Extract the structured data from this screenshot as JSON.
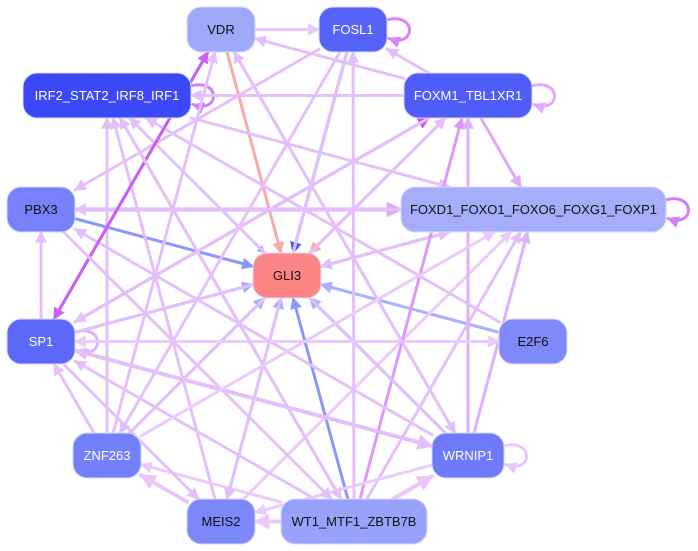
{
  "diagram": {
    "type": "directed-network",
    "center_node": "GLI3",
    "nodes": [
      {
        "id": "VDR",
        "label": "VDR",
        "fill": "#a0a8fa",
        "text": "#111111"
      },
      {
        "id": "FOSL1",
        "label": "FOSL1",
        "fill": "#5563f8",
        "text": "#ffffff"
      },
      {
        "id": "IRF2",
        "label": "IRF2_STAT2_IRF8_IRF1",
        "fill": "#3a48f6",
        "text": "#ffffff"
      },
      {
        "id": "FOXM1",
        "label": "FOXM1_TBL1XR1",
        "fill": "#4f5cf8",
        "text": "#ffffff"
      },
      {
        "id": "PBX3",
        "label": "PBX3",
        "fill": "#7782fa",
        "text": "#111111"
      },
      {
        "id": "FOXD1",
        "label": "FOXD1_FOXO1_FOXO6_FOXG1_FOXP1",
        "fill": "#a6aefb",
        "text": "#111111"
      },
      {
        "id": "GLI3",
        "label": "GLI3",
        "fill": "#fd8585",
        "text": "#111111"
      },
      {
        "id": "SP1",
        "label": "SP1",
        "fill": "#5c69f8",
        "text": "#ffffff"
      },
      {
        "id": "E2F6",
        "label": "E2F6",
        "fill": "#8089fa",
        "text": "#111111"
      },
      {
        "id": "ZNF263",
        "label": "ZNF263",
        "fill": "#7480fa",
        "text": "#ffffff"
      },
      {
        "id": "WRNIP1",
        "label": "WRNIP1",
        "fill": "#6e7af9",
        "text": "#ffffff"
      },
      {
        "id": "MEIS2",
        "label": "MEIS2",
        "fill": "#7d88fa",
        "text": "#111111"
      },
      {
        "id": "WT1",
        "label": "WT1_MTF1_ZBTB7B",
        "fill": "#98a1fb",
        "text": "#111111"
      }
    ],
    "edges": [
      {
        "from": "VDR",
        "to": "FOSL1",
        "color": "#eac6fb",
        "width": 3
      },
      {
        "from": "FOXM1",
        "to": "VDR",
        "color": "#e4c0fb",
        "width": 3
      },
      {
        "from": "FOXM1",
        "to": "FOSL1",
        "color": "#e4c0fb",
        "width": 3
      },
      {
        "from": "FOSL1",
        "to": "FOSL1",
        "color": "#d885f9",
        "width": 3,
        "self": true
      },
      {
        "from": "FOXM1",
        "to": "FOXM1",
        "color": "#e2a9fa",
        "width": 3,
        "self": true
      },
      {
        "from": "IRF2",
        "to": "IRF2",
        "color": "#d27ef8",
        "width": 3,
        "self": true
      },
      {
        "from": "FOXD1",
        "to": "FOXD1",
        "color": "#d27ef8",
        "width": 3,
        "self": true
      },
      {
        "from": "SP1",
        "to": "SP1",
        "color": "#e0b0fa",
        "width": 3,
        "self": true
      },
      {
        "from": "WRNIP1",
        "to": "WRNIP1",
        "color": "#e9c6fb",
        "width": 3,
        "self": true
      },
      {
        "from": "FOXM1",
        "to": "IRF2",
        "color": "#e4c0fb",
        "width": 3
      },
      {
        "from": "FOXM1",
        "to": "FOXD1",
        "color": "#e0a8fa",
        "width": 3
      },
      {
        "from": "FOSL1",
        "to": "GLI3",
        "color": "#4a5cf6",
        "width": 3
      },
      {
        "from": "VDR",
        "to": "GLI3",
        "color": "#fca8a8",
        "width": 3
      },
      {
        "from": "FOXM1",
        "to": "GLI3",
        "color": "#fca8a8",
        "width": 3
      },
      {
        "from": "IRF2",
        "to": "GLI3",
        "color": "#9aa6fb",
        "width": 2
      },
      {
        "from": "PBX3",
        "to": "GLI3",
        "color": "#8a97fa",
        "width": 3
      },
      {
        "from": "GLI3",
        "to": "FOXD1",
        "color": "#fca8a8",
        "width": 3
      },
      {
        "from": "SP1",
        "to": "GLI3",
        "color": "#a0aafb",
        "width": 3
      },
      {
        "from": "E2F6",
        "to": "GLI3",
        "color": "#a8b2fb",
        "width": 3
      },
      {
        "from": "ZNF263",
        "to": "GLI3",
        "color": "#a8b2fb",
        "width": 3
      },
      {
        "from": "MEIS2",
        "to": "GLI3",
        "color": "#a8b2fb",
        "width": 3
      },
      {
        "from": "WT1",
        "to": "GLI3",
        "color": "#8a97fa",
        "width": 3
      },
      {
        "from": "WRNIP1",
        "to": "GLI3",
        "color": "#a8b2fb",
        "width": 3
      },
      {
        "from": "FOXD1",
        "to": "GLI3",
        "color": "#c0c8fc",
        "width": 3
      },
      {
        "from": "SP1",
        "to": "FOXM1",
        "color": "#c050f4",
        "width": 3
      },
      {
        "from": "SP1",
        "to": "VDR",
        "color": "#c860f6",
        "width": 3
      },
      {
        "from": "SP1",
        "to": "PBX3",
        "color": "#e4c0fb",
        "width": 3
      },
      {
        "from": "SP1",
        "to": "FOXD1",
        "color": "#e4c0fb",
        "width": 3
      },
      {
        "from": "SP1",
        "to": "WRNIP1",
        "color": "#e4c0fb",
        "width": 4
      },
      {
        "from": "SP1",
        "to": "E2F6",
        "color": "#eccafb",
        "width": 3
      },
      {
        "from": "PBX3",
        "to": "FOXD1",
        "color": "#dfa8fa",
        "width": 4
      },
      {
        "from": "FOXD1",
        "to": "PBX3",
        "color": "#e4c0fb",
        "width": 3
      },
      {
        "from": "IRF2",
        "to": "FOXD1",
        "color": "#e4c0fb",
        "width": 3
      },
      {
        "from": "FOSL1",
        "to": "PBX3",
        "color": "#e4c0fb",
        "width": 3
      },
      {
        "from": "ZNF263",
        "to": "VDR",
        "color": "#e4c0fb",
        "width": 3
      },
      {
        "from": "ZNF263",
        "to": "IRF2",
        "color": "#e4c0fb",
        "width": 3
      },
      {
        "from": "ZNF263",
        "to": "SP1",
        "color": "#e4c0fb",
        "width": 3
      },
      {
        "from": "ZNF263",
        "to": "FOXM1",
        "color": "#e4c0fb",
        "width": 3
      },
      {
        "from": "MEIS2",
        "to": "ZNF263",
        "color": "#eac6fb",
        "width": 4
      },
      {
        "from": "MEIS2",
        "to": "IRF2",
        "color": "#e4c0fb",
        "width": 3
      },
      {
        "from": "MEIS2",
        "to": "FOXD1",
        "color": "#eccafb",
        "width": 3
      },
      {
        "from": "WT1",
        "to": "MEIS2",
        "color": "#eccafb",
        "width": 4
      },
      {
        "from": "WT1",
        "to": "ZNF263",
        "color": "#eccafb",
        "width": 3
      },
      {
        "from": "WT1",
        "to": "SP1",
        "color": "#e4c0fb",
        "width": 3
      },
      {
        "from": "WT1",
        "to": "FOXM1",
        "color": "#dc98fa",
        "width": 3
      },
      {
        "from": "WT1",
        "to": "FOXD1",
        "color": "#e4c0fb",
        "width": 3
      },
      {
        "from": "WT1",
        "to": "FOSL1",
        "color": "#e4c0fb",
        "width": 3
      },
      {
        "from": "WT1",
        "to": "IRF2",
        "color": "#e4c0fb",
        "width": 3
      },
      {
        "from": "WT1",
        "to": "WRNIP1",
        "color": "#eac6fb",
        "width": 4
      },
      {
        "from": "WRNIP1",
        "to": "FOXD1",
        "color": "#e0b0fa",
        "width": 3
      },
      {
        "from": "WRNIP1",
        "to": "FOXM1",
        "color": "#e0b0fa",
        "width": 3
      },
      {
        "from": "WRNIP1",
        "to": "VDR",
        "color": "#e4c0fb",
        "width": 3
      },
      {
        "from": "WRNIP1",
        "to": "IRF2",
        "color": "#e4c0fb",
        "width": 3
      },
      {
        "from": "WRNIP1",
        "to": "SP1",
        "color": "#e4c0fb",
        "width": 3
      },
      {
        "from": "WRNIP1",
        "to": "MEIS2",
        "color": "#eccafb",
        "width": 3
      },
      {
        "from": "WRNIP1",
        "to": "PBX3",
        "color": "#e4c0fb",
        "width": 3
      },
      {
        "from": "E2F6",
        "to": "IRF2",
        "color": "#e4c0fb",
        "width": 3
      },
      {
        "from": "E2F6",
        "to": "SP1",
        "color": "#eccafb",
        "width": 3
      },
      {
        "from": "VDR",
        "to": "WRNIP1",
        "color": "#e4c0fb",
        "width": 3
      },
      {
        "from": "VDR",
        "to": "SP1",
        "color": "#c860f6",
        "width": 3
      },
      {
        "from": "FOSL1",
        "to": "MEIS2",
        "color": "#e4c0fb",
        "width": 3
      },
      {
        "from": "FOSL1",
        "to": "ZNF263",
        "color": "#e4c0fb",
        "width": 3
      },
      {
        "from": "FOXM1",
        "to": "SP1",
        "color": "#e4c0fb",
        "width": 3
      },
      {
        "from": "IRF2",
        "to": "WT1",
        "color": "#e4c0fb",
        "width": 3
      },
      {
        "from": "PBX3",
        "to": "WT1",
        "color": "#e4c0fb",
        "width": 3
      },
      {
        "from": "SP1",
        "to": "MEIS2",
        "color": "#e4c0fb",
        "width": 3
      },
      {
        "from": "ZNF263",
        "to": "FOXD1",
        "color": "#eccafb",
        "width": 3
      }
    ]
  }
}
